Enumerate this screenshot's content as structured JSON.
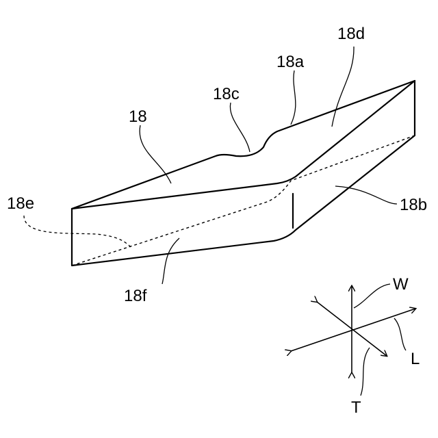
{
  "labels": {
    "part": "18",
    "top_face": "18a",
    "side_face": "18b",
    "groove": "18c",
    "end_face": "18d",
    "hidden_line": "18e",
    "front_face": "18f"
  },
  "axes": {
    "width": "W",
    "length": "L",
    "thickness": "T"
  }
}
